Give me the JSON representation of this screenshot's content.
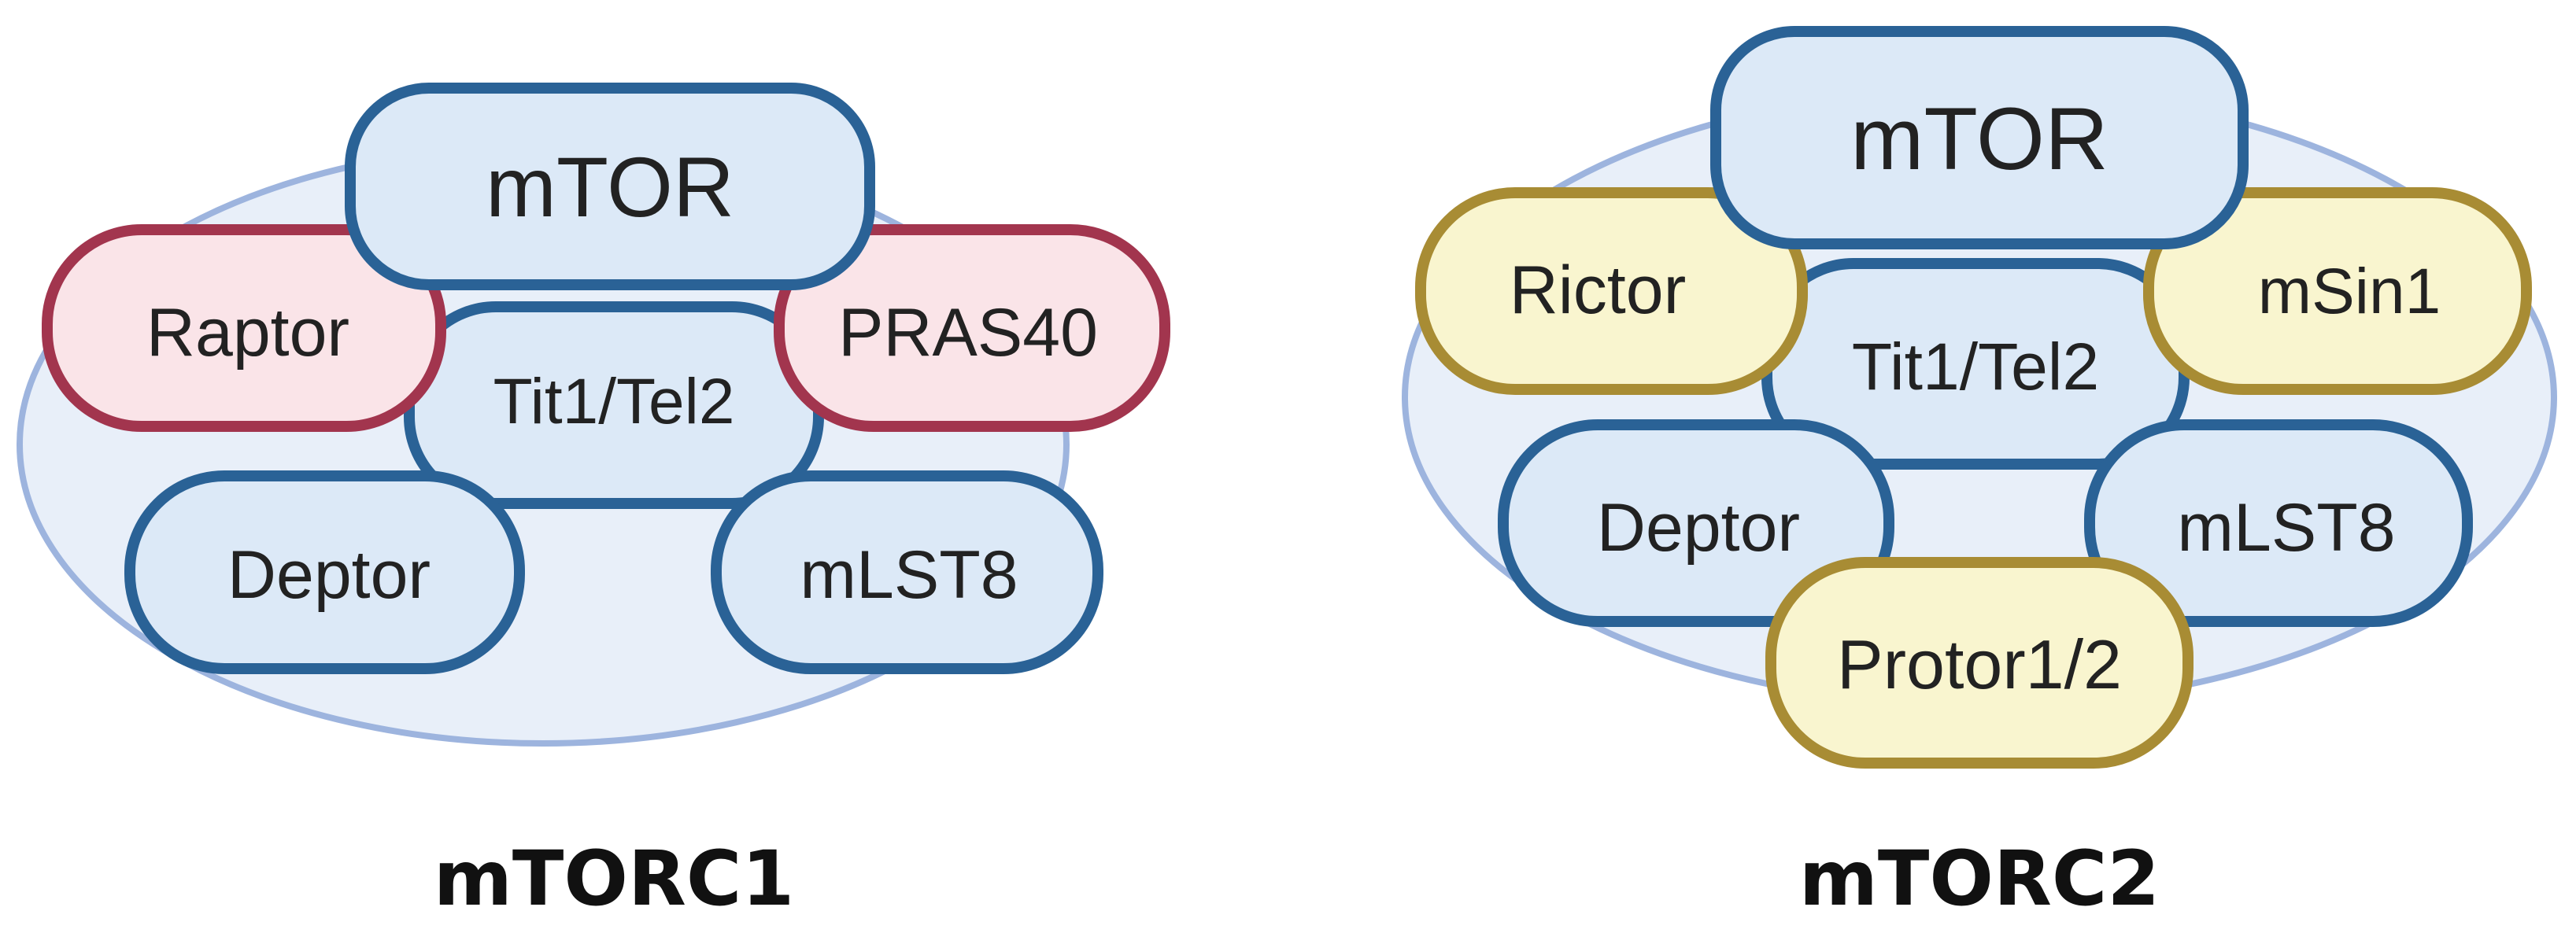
{
  "colors": {
    "background": "#ffffff",
    "ellipse_fill": "#e8eff9",
    "ellipse_stroke": "#9db4de",
    "blue_fill": "#dce9f7",
    "blue_stroke": "#2a6296",
    "red_fill": "#fae4e8",
    "red_stroke": "#a2354e",
    "yellow_fill": "#f9f5cf",
    "yellow_stroke": "#a88c34",
    "text": "#222222"
  },
  "complex1": {
    "caption": "mTORC1",
    "mtor": "mTOR",
    "raptor": "Raptor",
    "pras40": "PRAS40",
    "tit1_tel2": "Tit1/Tel2",
    "deptor": "Deptor",
    "mlst8": "mLST8"
  },
  "complex2": {
    "caption": "mTORC2",
    "mtor": "mTOR",
    "rictor": "Rictor",
    "msin1": "mSin1",
    "tit1_tel2": "Tit1/Tel2",
    "deptor": "Deptor",
    "mlst8": "mLST8",
    "protor": "Protor1/2"
  }
}
